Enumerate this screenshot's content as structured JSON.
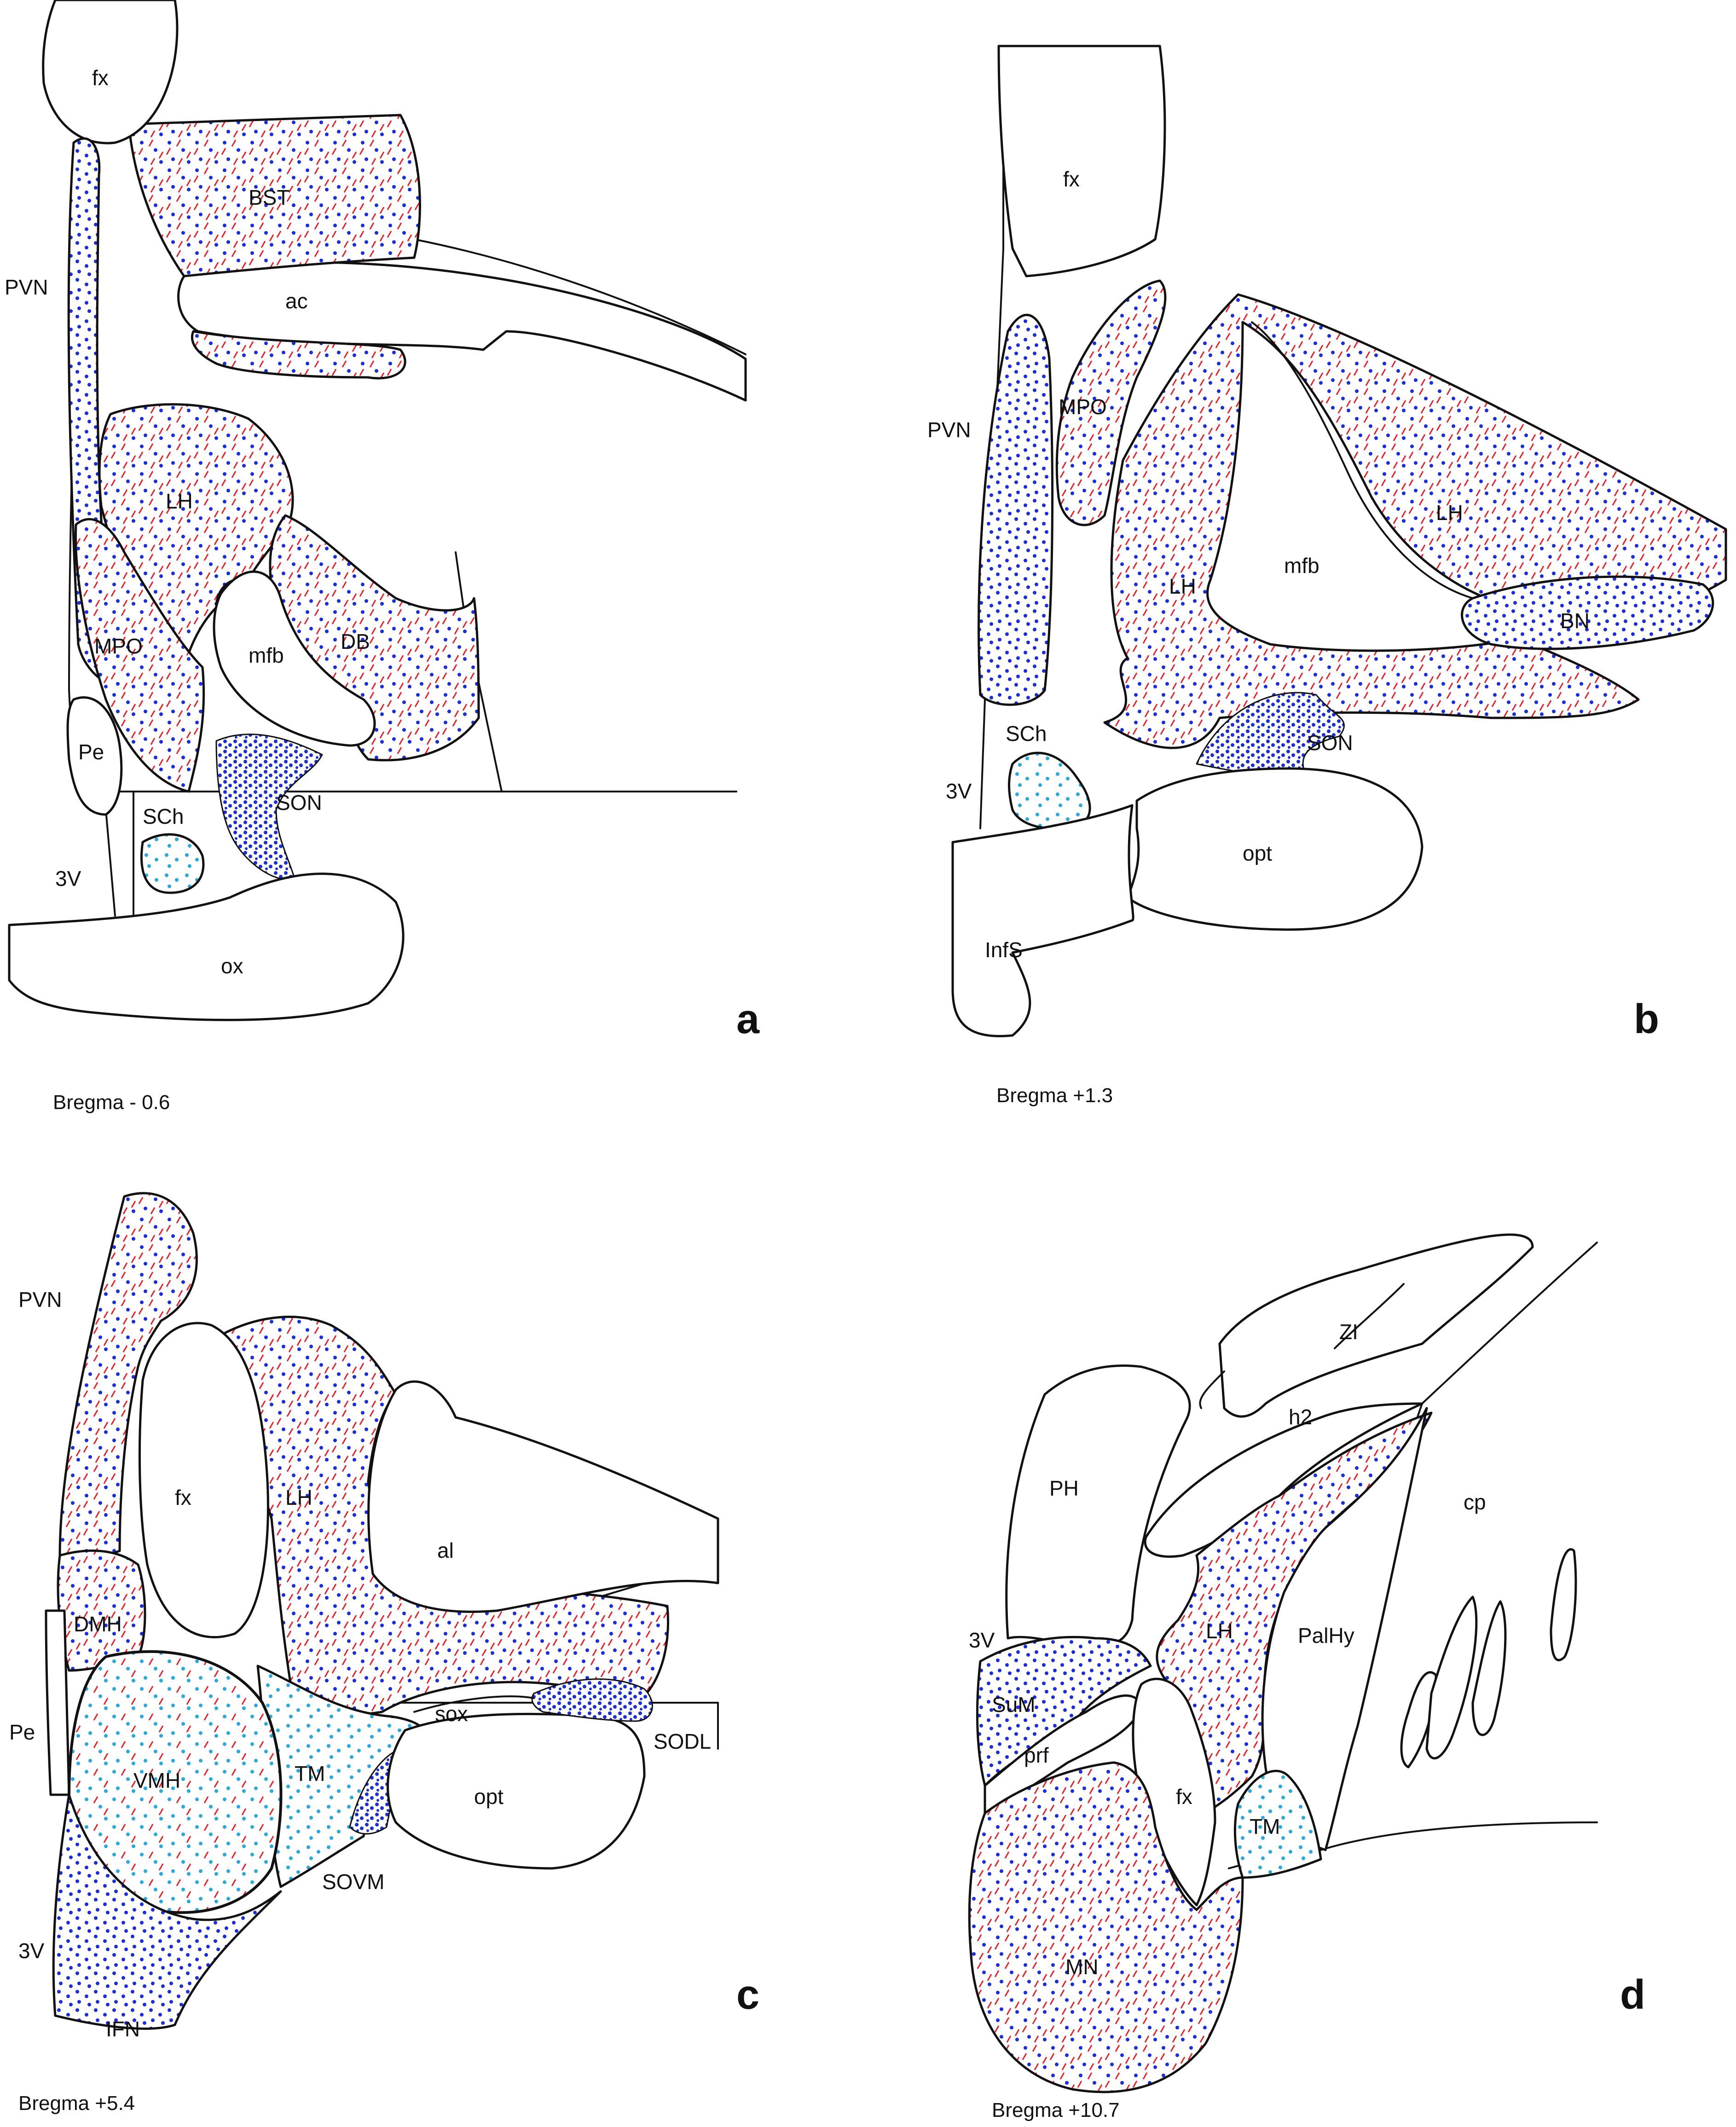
{
  "panels": [
    {
      "letter": "a",
      "caption": "Bregma - 0.6",
      "labels": {
        "fx": "fx",
        "bst": "BST",
        "pvn": "PVN",
        "ac": "ac",
        "lh": "LH",
        "mpo": "MPO",
        "mfb": "mfb",
        "db": "DB",
        "pe": "Pe",
        "sch": "SCh",
        "son": "SON",
        "v3": "3V",
        "ox": "ox"
      }
    },
    {
      "letter": "b",
      "caption": "Bregma +1.3",
      "labels": {
        "fx": "fx",
        "pvn": "PVN",
        "mpo": "MPO",
        "lh_upper": "LH",
        "lh_lower": "LH",
        "mfb": "mfb",
        "bn": "BN",
        "sch": "SCh",
        "son": "SON",
        "v3": "3V",
        "opt": "opt",
        "infs": "InfS"
      }
    },
    {
      "letter": "c",
      "caption": "Bregma +5.4",
      "labels": {
        "pvn": "PVN",
        "fx": "fx",
        "lh": "LH",
        "al": "al",
        "dmh": "DMH",
        "pe": "Pe",
        "vmh": "VMH",
        "tm": "TM",
        "sox": "sox",
        "sodl": "SODL",
        "opt": "opt",
        "sovm": "SOVM",
        "v3": "3V",
        "ifn": "IFN"
      }
    },
    {
      "letter": "d",
      "caption": "Bregma +10.7",
      "labels": {
        "zi": "ZI",
        "h2": "h2",
        "ph": "PH",
        "cp": "cp",
        "lh": "LH",
        "palhy": "PalHy",
        "v3": "3V",
        "sum": "SuM",
        "prf": "prf",
        "fx": "fx",
        "tm": "TM",
        "mn": "MN"
      }
    }
  ],
  "colors": {
    "outline": "#111111",
    "fiber_dash_red": "#e8202a",
    "cell_dot_blue": "#1a2ee0",
    "cell_dot_cyan": "#2aa8e0"
  }
}
